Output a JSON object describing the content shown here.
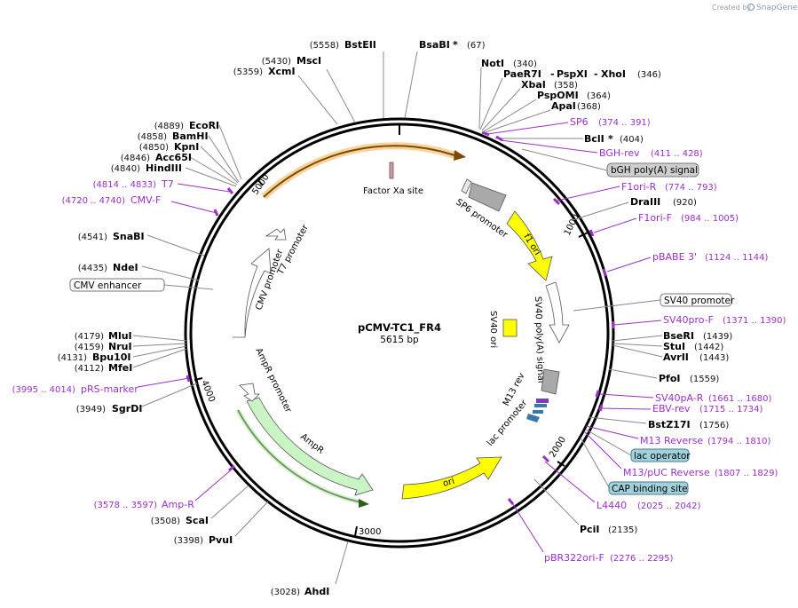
{
  "credit": {
    "prefix": "Created by",
    "brand": "SnapGene"
  },
  "plasmid": {
    "name": "pCMV-TC1_FR4",
    "length": "5615 bp"
  },
  "ticks": [
    "1000",
    "2000",
    "3000",
    "4000",
    "5000"
  ],
  "sites": {
    "bstEII": {
      "pos": "(5558)",
      "name": "BstEII"
    },
    "bsaBI": {
      "name": "BsaBI",
      "star": "*",
      "pos": "(67)"
    },
    "mscI": {
      "pos": "(5430)",
      "name": "MscI"
    },
    "xcmI": {
      "pos": "(5359)",
      "name": "XcmI"
    },
    "notI": {
      "name": "NotI",
      "pos": "(340)"
    },
    "paeR7I": {
      "name": "PaeR7I",
      "sep1": "-",
      "name2": "PspXI",
      "sep2": "-",
      "name3": "XhoI",
      "pos": "(346)"
    },
    "xbaI": {
      "name": "XbaI",
      "pos": "(358)"
    },
    "pspOMI": {
      "name": "PspOMI",
      "pos": "(364)"
    },
    "apaI": {
      "name": "ApaI",
      "pos": "(368)"
    },
    "bclI": {
      "name": "BclI",
      "star": "*",
      "pos": "(404)"
    },
    "draIII": {
      "name": "DraIII",
      "pos": "(920)"
    },
    "bseRI": {
      "name": "BseRI",
      "pos": "(1439)"
    },
    "stuI": {
      "name": "StuI",
      "pos": "(1442)"
    },
    "avrII": {
      "name": "AvrII",
      "pos": "(1443)"
    },
    "pfoI": {
      "name": "PfoI",
      "pos": "(1559)"
    },
    "bstZ17I": {
      "name": "BstZ17I",
      "pos": "(1756)"
    },
    "pciI": {
      "name": "PciI",
      "pos": "(2135)"
    },
    "ahdI": {
      "pos": "(3028)",
      "name": "AhdI"
    },
    "pvuI": {
      "pos": "(3398)",
      "name": "PvuI"
    },
    "scaI": {
      "pos": "(3508)",
      "name": "ScaI"
    },
    "sgrDI": {
      "pos": "(3949)",
      "name": "SgrDI"
    },
    "mfeI": {
      "pos": "(4112)",
      "name": "MfeI"
    },
    "bpu10I": {
      "pos": "(4131)",
      "name": "Bpu10I"
    },
    "nruI": {
      "pos": "(4159)",
      "name": "NruI"
    },
    "mluI": {
      "pos": "(4179)",
      "name": "MluI"
    },
    "ndeI": {
      "pos": "(4435)",
      "name": "NdeI"
    },
    "snaBI": {
      "pos": "(4541)",
      "name": "SnaBI"
    },
    "hindIII": {
      "pos": "(4840)",
      "name": "HindIII"
    },
    "acc65I": {
      "pos": "(4846)",
      "name": "Acc65I"
    },
    "kpnI": {
      "pos": "(4850)",
      "name": "KpnI"
    },
    "bamHI": {
      "pos": "(4858)",
      "name": "BamHI"
    },
    "ecoRI": {
      "pos": "(4889)",
      "name": "EcoRI"
    }
  },
  "primers": {
    "sp6": {
      "name": "SP6",
      "pos": "(374 .. 391)"
    },
    "bghRev": {
      "name": "BGH-rev",
      "pos": "(411 .. 428)"
    },
    "f1oriR": {
      "name": "F1ori-R",
      "pos": "(774 .. 793)"
    },
    "f1oriF": {
      "name": "F1ori-F",
      "pos": "(984 .. 1005)"
    },
    "pbabe3": {
      "name": "pBABE 3'",
      "pos": "(1124 .. 1144)"
    },
    "sv40proF": {
      "name": "SV40pro-F",
      "pos": "(1371 .. 1390)"
    },
    "sv40paR": {
      "name": "SV40pA-R",
      "pos": "(1661 .. 1680)"
    },
    "ebvRev": {
      "name": "EBV-rev",
      "pos": "(1715 .. 1734)"
    },
    "m13Reverse": {
      "name": "M13 Reverse",
      "pos": "(1794 .. 1810)"
    },
    "m13pucReverse": {
      "name": "M13/pUC Reverse",
      "pos": "(1807 .. 1829)"
    },
    "l4440": {
      "name": "L4440",
      "pos": "(2025 .. 2042)"
    },
    "pbr322oriF": {
      "name": "pBR322ori-F",
      "pos": "(2276 .. 2295)"
    },
    "ampR": {
      "pos": "(3578 .. 3597)",
      "name": "Amp-R"
    },
    "prsMarker": {
      "pos": "(3995 .. 4014)",
      "name": "pRS-marker"
    },
    "cmvF": {
      "pos": "(4720 .. 4740)",
      "name": "CMV-F"
    },
    "t7": {
      "pos": "(4814 .. 4833)",
      "name": "T7"
    }
  },
  "boxes": {
    "bghPolyA": "bGH poly(A) signal",
    "sv40Promoter": "SV40 promoter",
    "lacOperator": "lac operator",
    "capSite": "CAP binding site",
    "cmvEnhancer": "CMV enhancer"
  },
  "features": {
    "factorXa": "Factor Xa site",
    "sp6Promoter": "SP6 promoter",
    "f1ori": "f1 ori",
    "sv40PolyA": "SV40 poly(A) signal",
    "sv40ori": "SV40 ori",
    "m13rev": "M13 rev",
    "lacPromoter": "lac promoter",
    "ori": "ori",
    "ampR": "AmpR",
    "ampRPromoter": "AmpR promoter",
    "cmvPromoter": "CMV promoter",
    "t7Promoter": "T7 promoter"
  },
  "colors": {
    "yellow": "#ffff00",
    "ampGreen": "#c9f5c4",
    "primer": "#9b30c8",
    "gray": "#a9a9a9",
    "teal": "#9fd2dc"
  }
}
